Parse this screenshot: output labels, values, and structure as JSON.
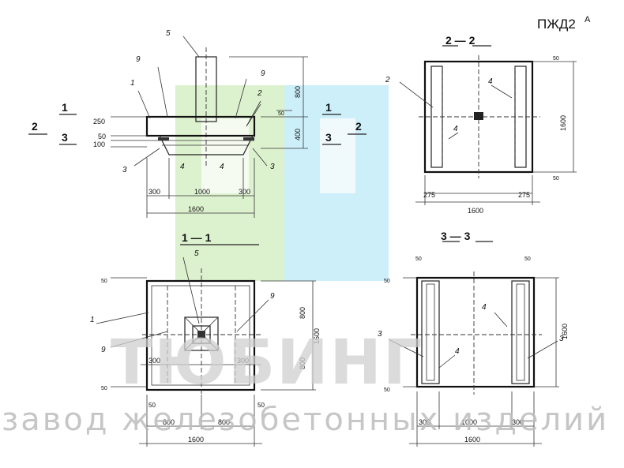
{
  "title": "ПЖД2",
  "title_sup": "А",
  "sections": {
    "s22": "2 — 2",
    "s11": "1 — 1",
    "s33": "3 — 3"
  },
  "cut_marks": {
    "m1": "1",
    "m2": "2",
    "m3": "3"
  },
  "callouts": {
    "c1": "1",
    "c2": "2",
    "c3": "3",
    "c4": "4",
    "c5": "5",
    "c9": "9"
  },
  "dims": {
    "d250": "250",
    "d50": "50",
    "d100": "100",
    "d300": "300",
    "d1000": "1000",
    "d1600": "1600",
    "d800": "800",
    "d400": "400",
    "d275": "275"
  },
  "watermark": {
    "brand": "ТЮБИНГ",
    "tagline": "завод железобетонных изделий"
  },
  "colors": {
    "logo_green": "#d6efc6",
    "logo_blue": "#c4ecf8"
  }
}
